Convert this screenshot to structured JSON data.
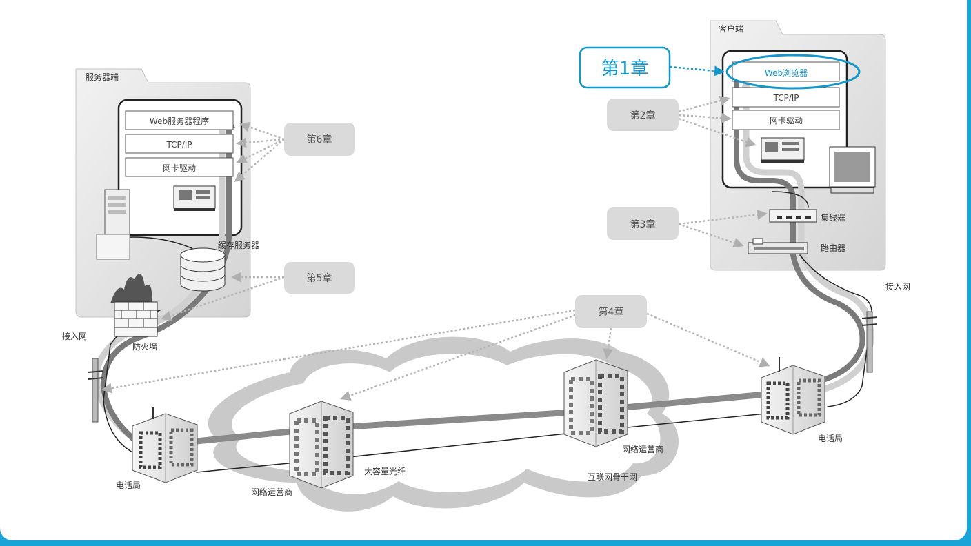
{
  "server": {
    "title": "服务器端",
    "stack": [
      "Web服务器程序",
      "TCP/IP",
      "网卡驱动"
    ],
    "cache_label": "缓存服务器",
    "firewall_label": "防火墙",
    "access_label": "接入网",
    "phone_label": "电话局"
  },
  "client": {
    "title": "客户端",
    "stack": [
      "Web浏览器",
      "TCP/IP",
      "网卡驱动"
    ],
    "hub_label": "集线器",
    "router_label": "路由器",
    "access_label": "接入网",
    "phone_label": "电话局"
  },
  "network": {
    "isp_left": "网络运营商",
    "isp_right": "网络运营商",
    "fiber_label": "大容量光纤",
    "backbone_label": "互联网骨干网"
  },
  "chapters": {
    "ch1": "第1章",
    "ch2": "第2章",
    "ch3": "第3章",
    "ch4": "第4章",
    "ch5": "第5章",
    "ch6": "第6章"
  },
  "colors": {
    "accent": "#1597c9",
    "frame": "#1aa3d6",
    "chapter_box": "#dadada",
    "panel": "#e2e2e2"
  }
}
